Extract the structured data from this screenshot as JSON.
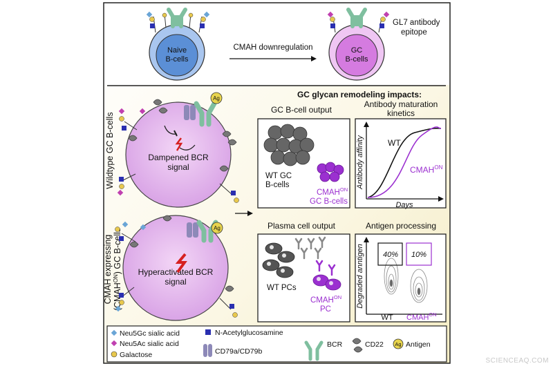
{
  "colors": {
    "accent_purple": "#9b30d0",
    "naive_cell": "#5b8fd6",
    "gc_cell": "#d57be0",
    "cell_body": "#e8bff0",
    "bcr_green": "#7fbf9f",
    "cd22_gray": "#777777",
    "antigen_yellow": "#e8d44d",
    "wt_cell_gray": "#666666"
  },
  "top": {
    "naive_label_1": "Naive",
    "naive_label_2": "B-cells",
    "arrow_label": "CMAH downregulation",
    "gc_label_1": "GC",
    "gc_label_2": "B-cells",
    "gl7_label_1": "GL7 antibody",
    "gl7_label_2": "epitope"
  },
  "impacts_title": "GC glycan remodeling impacts:",
  "left": {
    "wt_side_label": "Wildtype GC B-cells",
    "cmah_side_label_1": "CMAH expressing",
    "cmah_side_label_2": "(CMAH",
    "cmah_side_label_sup": "ON",
    "cmah_side_label_3": ") GC B-cells",
    "wt_signal_1": "Dampened BCR",
    "wt_signal_2": "signal",
    "cmah_signal_1": "Hyperactivated BCR",
    "cmah_signal_2": "signal",
    "antigen_abbrev": "Ag"
  },
  "panels": {
    "gc_output": {
      "title": "GC B-cell output",
      "wt_1": "WT GC",
      "wt_2": "B-cells",
      "cmah": "CMAH",
      "cmah_sup": "ON",
      "cmah_2": "GC B-cells"
    },
    "maturation": {
      "title_1": "Antibody maturation",
      "title_2": "kinetics",
      "y_label": "Antibody affinity",
      "x_label": "Days",
      "wt": "WT",
      "cmah": "CMAH",
      "cmah_sup": "ON"
    },
    "plasma": {
      "title": "Plasma cell output",
      "wt": "WT PCs",
      "cmah": "CMAH",
      "cmah_sup": "ON",
      "cmah_2": "PC"
    },
    "antigen": {
      "title": "Antigen processing",
      "y_label": "Degraded anntigen",
      "wt_pct": "40%",
      "cmah_pct": "10%",
      "wt": "WT",
      "cmah": "CMAH",
      "cmah_sup": "ON"
    }
  },
  "legend": {
    "neu5gc": "Neu5Gc sialic acid",
    "neu5ac": "Neu5Ac sialic acid",
    "galactose": "Galactose",
    "glcnac": "N-Acetylglucosamine",
    "cd79": "CD79a/CD79b",
    "bcr": "BCR",
    "cd22": "CD22",
    "antigen": "Antigen",
    "antigen_abbrev": "Ag"
  },
  "watermark": "SCIENCEAQ.COM"
}
